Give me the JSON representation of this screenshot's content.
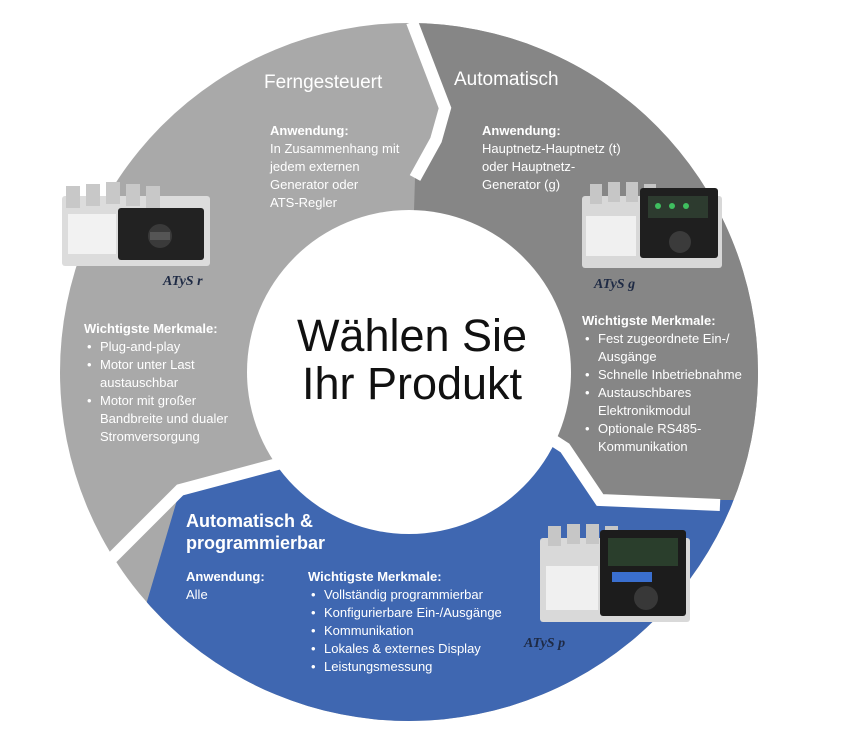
{
  "colors": {
    "ferngesteuert_segment": "#a9a9a9",
    "automatisch_segment": "#868686",
    "programmierbar_segment": "#3f67b1",
    "center_circle": "#ffffff",
    "background": "#ffffff"
  },
  "center": {
    "line1": "Wählen Sie",
    "line2": "Ihr Produkt"
  },
  "ferngesteuert": {
    "title": "Ferngesteuert",
    "anwendung_label": "Anwendung:",
    "anwendung_lines": [
      "In Zusammenhang mit",
      "jedem externen",
      "Generator oder",
      "ATS-Regler"
    ],
    "product_name": "ATyS r",
    "merkmale_label": "Wichtigste Merkmale:",
    "merkmale": [
      {
        "l1": "Plug-and-play",
        "l2": "",
        "l3": ""
      },
      {
        "l1": "Motor unter Last",
        "l2": "austauschbar",
        "l3": ""
      },
      {
        "l1": "Motor mit großer",
        "l2": "Bandbreite und dualer",
        "l3": "Stromversorgung"
      }
    ]
  },
  "automatisch": {
    "title": "Automatisch",
    "anwendung_label": "Anwendung:",
    "anwendung_lines": [
      "Hauptnetz-Hauptnetz (t)",
      "oder Hauptnetz-",
      "Generator (g)"
    ],
    "product_name": "ATyS g",
    "merkmale_label": "Wichtigste Merkmale:",
    "merkmale": [
      {
        "l1": "Fest zugeordnete Ein-/",
        "l2": "Ausgänge"
      },
      {
        "l1": "Schnelle Inbetriebnahme",
        "l2": ""
      },
      {
        "l1": "Austauschbares",
        "l2": "Elektronikmodul"
      },
      {
        "l1": "Optionale RS485-",
        "l2": "Kommunikation"
      }
    ]
  },
  "programmierbar": {
    "title_line1": "Automatisch &",
    "title_line2": "programmierbar",
    "anwendung_label": "Anwendung:",
    "anwendung_value": "Alle",
    "merkmale_label": "Wichtigste Merkmale:",
    "merkmale": [
      "Vollständig programmierbar",
      "Konfigurierbare Ein-/Ausgänge",
      "Kommunikation",
      "Lokales & externes Display",
      "Leistungsmessung"
    ],
    "product_name": "ATyS p"
  }
}
